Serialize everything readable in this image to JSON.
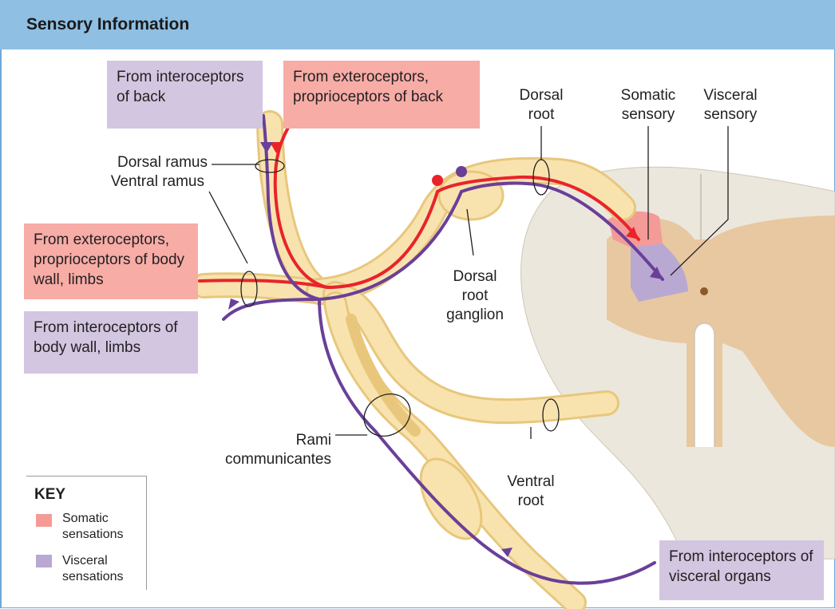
{
  "header": {
    "title": "Sensory Information"
  },
  "boxes": {
    "interoceptors_back": "From interoceptors of back",
    "exteroceptors_back": "From exteroceptors, proprioceptors of back",
    "exteroceptors_body": "From exteroceptors, proprioceptors of body wall, limbs",
    "interoceptors_body": "From interoceptors of body wall, limbs",
    "interoceptors_visceral": "From interoceptors of visceral organs"
  },
  "labels": {
    "dorsal_ramus": "Dorsal ramus",
    "ventral_ramus": "Ventral ramus",
    "dorsal_root": "Dorsal root",
    "somatic_sensory": "Somatic sensory",
    "visceral_sensory": "Visceral sensory",
    "dorsal_root_ganglion": "Dorsal root ganglion",
    "rami_communicantes": "Rami communicantes",
    "ventral_root": "Ventral root"
  },
  "key": {
    "title": "KEY",
    "items": [
      {
        "label": "Somatic sensations",
        "color": "#f49b98"
      },
      {
        "label": "Visceral sensations",
        "color": "#b9a8d2"
      }
    ]
  },
  "colors": {
    "somatic_pathway": "#e8242a",
    "visceral_pathway": "#6a3f98",
    "nerve": "#f5dea0",
    "header": "#8fbfe3"
  }
}
